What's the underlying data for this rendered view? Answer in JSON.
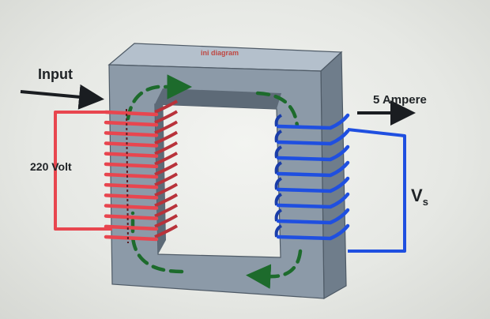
{
  "labels": {
    "input": "Input",
    "input_voltage": "220 Volt",
    "output_current": "5 Ampere",
    "output_voltage_main": "V",
    "output_voltage_sub": "s"
  },
  "watermark": "ini diagram",
  "colors": {
    "core_front": "#8c9aa8",
    "core_top": "#b4c0cc",
    "core_side": "#6f7d8b",
    "window_inner": "#5d6a77",
    "primary_coil": "#e8464f",
    "primary_coil_dark": "#b8323a",
    "secondary_coil": "#1f4fe0",
    "secondary_coil_dark": "#1a3da8",
    "flux": "#1d6b2c",
    "arrow": "#1a1d21"
  },
  "primary_turns": 13,
  "secondary_turns": 8
}
